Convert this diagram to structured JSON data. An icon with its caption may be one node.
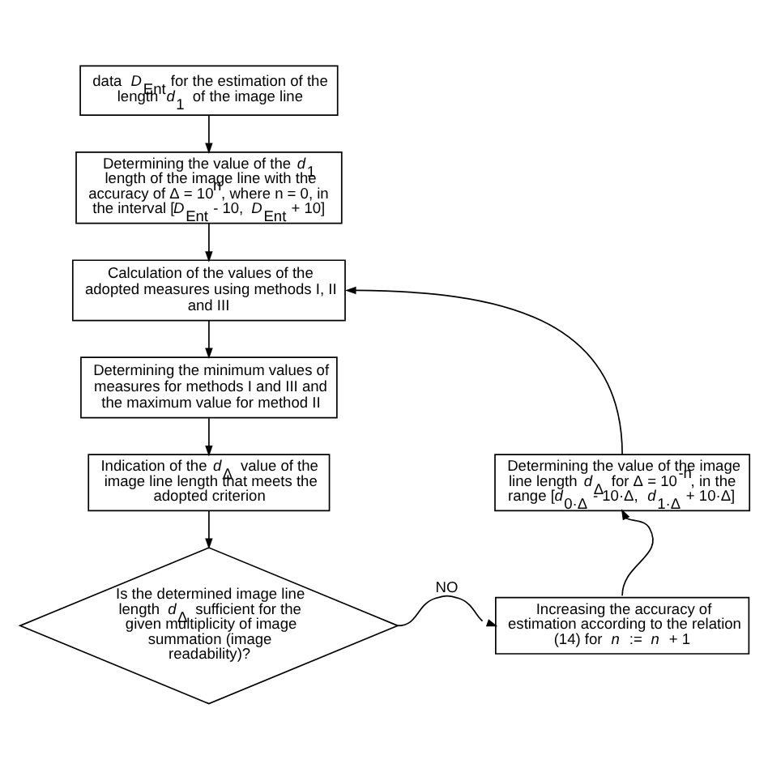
{
  "diagram": {
    "nodes": [
      {
        "text": [
          "data *D*$_{Ent}$ for the estimation of the length *d*$_{1}$ of the image line"
        ]
      },
      {
        "text": [
          "Determining the value of the *d*$_{1}$ length of the image line with the accuracy of Δ = 10$^{n}$, where n = 0, in the interval [*D*$_{Ent}$ - 10, *D*$_{Ent}$ + 10]"
        ]
      },
      {
        "text": [
          "Calculation of the values of the adopted measures using methods I, II and III"
        ]
      },
      {
        "text": [
          "Determining the minimum values of measures for methods I and III and the maximum value for method II"
        ]
      },
      {
        "text": [
          "Indication of the *d*$_{Δ}$ value of the image line length that meets the adopted criterion"
        ]
      },
      {
        "text": [
          "Is the determined image line length *d*$_{Δ}$ sufficient for the given multiplicity of image summation (image readability)?"
        ]
      },
      {
        "text": [
          "Increasing the accuracy of estimation according to the relation (14) for *n* := *n* + 1"
        ]
      },
      {
        "text": [
          "Determining the value of the image line length *d*$_{Δ}$ for Δ = 10$^{-n}$, in the range [*d*$_{0·Δ}$ - 10·Δ, *d*$_{1·Δ}$ + 10·Δ]"
        ]
      }
    ],
    "edges": [
      {
        "from": 0,
        "to": 1,
        "arrow": "to"
      },
      {
        "from": 1,
        "to": 2,
        "arrow": "to"
      },
      {
        "from": 2,
        "to": 3,
        "arrow": "to"
      },
      {
        "from": 3,
        "to": 4,
        "arrow": "to"
      },
      {
        "from": 4,
        "to": 5,
        "arrow": "to"
      },
      {
        "from": 5,
        "to": 6,
        "arrow": "to",
        "label": "NO"
      },
      {
        "from": 6,
        "to": 7,
        "arrow": "to"
      },
      {
        "from": 7,
        "to": 2,
        "arrow": "to"
      }
    ]
  }
}
